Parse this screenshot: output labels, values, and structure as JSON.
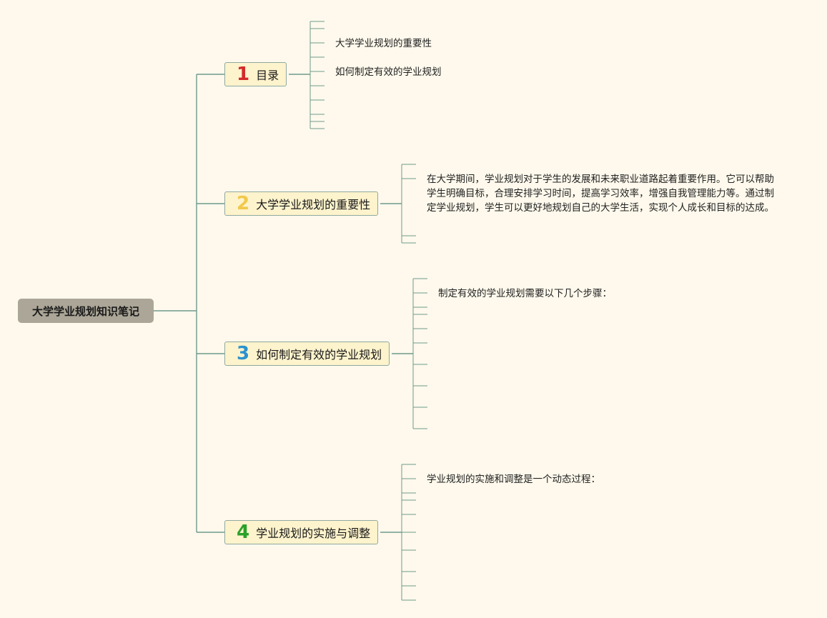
{
  "root": {
    "title": "大学学业规划知识笔记"
  },
  "branches": [
    {
      "number": "1",
      "number_color": "#d42a2a",
      "label": "目录",
      "items": [
        "大学学业规划的重要性",
        "如何制定有效的学业规划"
      ]
    },
    {
      "number": "2",
      "number_color": "#f2c84a",
      "label": "大学学业规划的重要性",
      "items": [
        "在大学期间，学业规划对于学生的发展和未来职业道路起着重要作用。它可以帮助学生明确目标，合理安排学习时间，提高学习效率，增强自我管理能力等。通过制定学业规划，学生可以更好地规划自己的大学生活，实现个人成长和目标的达成。"
      ]
    },
    {
      "number": "3",
      "number_color": "#2b92cf",
      "label": "如何制定有效的学业规划",
      "items": [
        "制定有效的学业规划需要以下几个步骤："
      ]
    },
    {
      "number": "4",
      "number_color": "#2aa12a",
      "label": "学业规划的实施与调整",
      "items": [
        "学业规划的实施和调整是一个动态过程："
      ]
    }
  ],
  "colors": {
    "connector": "#6f9a8d",
    "background": "#fef9ec",
    "root_fill": "#aba697",
    "branch_fill": "#fdf3cc"
  }
}
